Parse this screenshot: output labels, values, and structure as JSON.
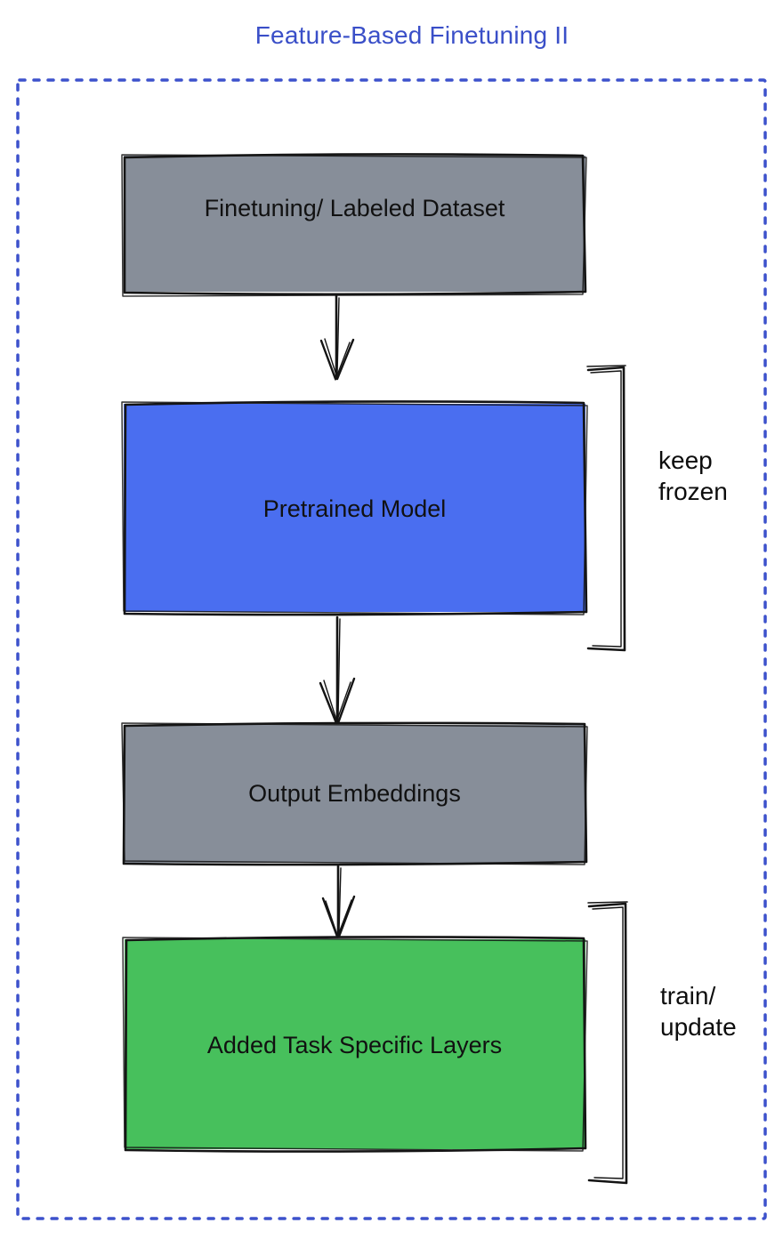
{
  "title": {
    "text": "Feature-Based Finetuning II",
    "color": "#3A4FC8"
  },
  "diagram": {
    "border_color": "#3D52CC",
    "stroke_color": "#141414",
    "nodes": [
      {
        "id": "dataset",
        "label": "Finetuning/ Labeled Dataset",
        "fill": "#878E99"
      },
      {
        "id": "pretrained",
        "label": "Pretrained Model",
        "fill": "#4A6EF0"
      },
      {
        "id": "embeddings",
        "label": "Output Embeddings",
        "fill": "#878E99"
      },
      {
        "id": "tasklayers",
        "label": "Added Task Specific Layers",
        "fill": "#47C05C"
      }
    ],
    "annotations": [
      {
        "id": "keep-frozen",
        "target": "pretrained",
        "lines": [
          "keep",
          "frozen"
        ]
      },
      {
        "id": "train-update",
        "target": "tasklayers",
        "lines": [
          "train/",
          "update"
        ]
      }
    ]
  }
}
